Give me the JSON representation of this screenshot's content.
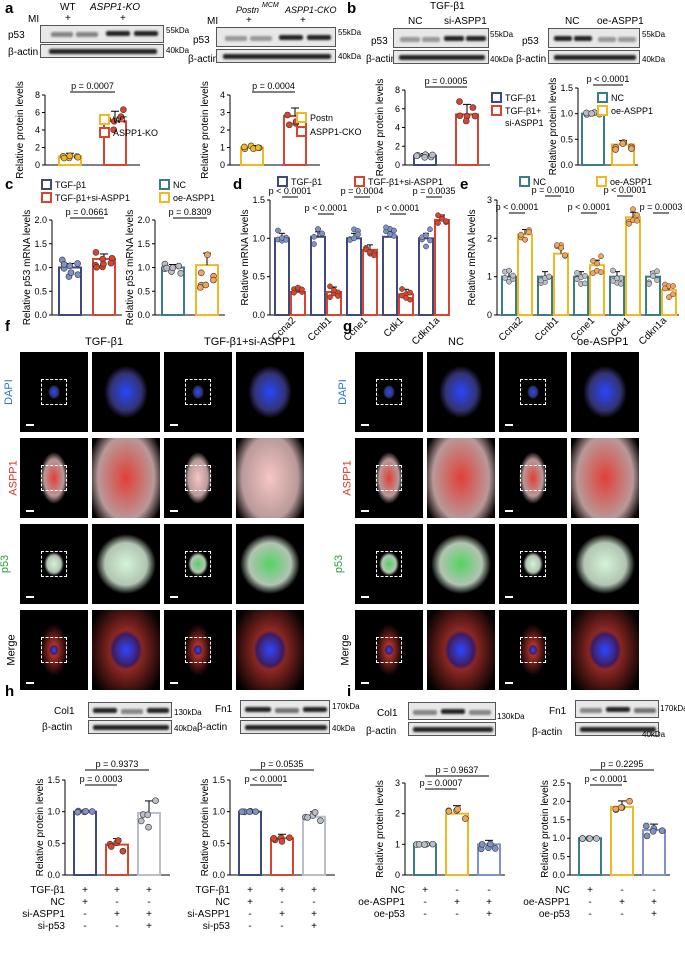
{
  "panels": {
    "a": "a",
    "b": "b",
    "c": "c",
    "d": "d",
    "e": "e",
    "f": "f",
    "g": "g",
    "h": "h",
    "i": "i"
  },
  "colors": {
    "navy": "#3f4a7a",
    "red": "#d9442e",
    "yellow": "#f0b823",
    "teal": "#3b7d86",
    "grey": "#b9bec8",
    "blue": "#7d92c6",
    "orange": "#f4a35a"
  },
  "blot_labels": {
    "p53": "p53",
    "bactin": "β-actin",
    "kda55": "55kDa",
    "kda40": "40kDa",
    "kda130": "130kDa",
    "kda170": "170kDa",
    "col1": "Col1",
    "fn1": "Fn1",
    "mi": "MI",
    "plus": "+",
    "tgf": "TGF-β1",
    "nc": "NC",
    "si_aspp1": "si-ASPP1",
    "oe_aspp1": "oe-ASPP1",
    "wt": "WT",
    "aspp1_ko": "ASPP1-KO",
    "postn": "Postn",
    "mcm": "MCM",
    "aspp1_cko": "ASPP1-CKO"
  },
  "axis_labels": {
    "rpl": "Relative protein levels",
    "p53_mrna": "Relative p53 mRNA levels",
    "rml": "Relative mRNA levels"
  },
  "legends": {
    "wt": "WT",
    "aspp1_ko": "ASPP1-KO",
    "postn_mcm": "Postn",
    "aspp1_cko": "ASPP1-CKO",
    "tgf": "TGF-β1",
    "tgf_si": "TGF-β1+si-ASPP1",
    "tgf_si_a": "TGF-β1+",
    "tgf_si_b": "si-ASPP1",
    "nc": "NC",
    "oe": "oe-ASPP1"
  },
  "pvalues": {
    "a1": "p = 0.0007",
    "a2": "p = 0.0004",
    "b1": "p = 0.0005",
    "b2": "p < 0.0001",
    "c1": "p = 0.0661",
    "c2": "p = 0.8309",
    "d1": "p < 0.0001",
    "d2": "p < 0.0001",
    "d3": "p = 0.0004",
    "d4": "p < 0.0001",
    "d5": "p = 0.0035",
    "e1": "p < 0.0001",
    "e2": "p = 0.0010",
    "e3": "p < 0.0001",
    "e4": "p < 0.0001",
    "e5": "p = 0.0003",
    "h1a": "p = 0.9373",
    "h1b": "p = 0.0003",
    "h2a": "p = 0.0535",
    "h2b": "p < 0.0001",
    "i1a": "p = 0.9637",
    "i1b": "p = 0.0007",
    "i2a": "p = 0.2295",
    "i2b": "p < 0.0001"
  },
  "genes": [
    "Ccna2",
    "Ccnb1",
    "Ccne1",
    "Cdk1",
    "Cdkn1a"
  ],
  "micro": {
    "f_col1": "TGF-β1",
    "f_col2": "TGF-β1+si-ASPP1",
    "g_col1": "NC",
    "g_col2": "oe-ASPP1",
    "rows": [
      "DAPI",
      "ASPP1",
      "p53",
      "Merge"
    ]
  },
  "conditions": {
    "tgf": "TGF-β1",
    "nc": "NC",
    "si_aspp1": "si-ASPP1",
    "si_p53": "si-p53",
    "oe_aspp1": "oe-ASPP1",
    "oe_p53": "oe-p53",
    "plus": "+",
    "minus": "-"
  },
  "chart_data": [
    {
      "type": "bar",
      "id": "a-left",
      "categories": [
        "WT",
        "ASPP1-KO"
      ],
      "values": [
        1.0,
        5.0
      ],
      "ylim": [
        0,
        8
      ],
      "yticks": [
        0,
        2,
        4,
        6,
        8
      ],
      "ylabel": "Relative protein levels"
    },
    {
      "type": "bar",
      "id": "a-right",
      "categories": [
        "Postn MCM",
        "ASPP1-CKO"
      ],
      "values": [
        1.0,
        2.8
      ],
      "ylim": [
        0,
        4
      ],
      "yticks": [
        0,
        1,
        2,
        3,
        4
      ],
      "ylabel": "Relative protein levels"
    },
    {
      "type": "bar",
      "id": "b-left",
      "categories": [
        "TGF-β1",
        "TGF-β1+si-ASPP1"
      ],
      "values": [
        1.0,
        5.4
      ],
      "ylim": [
        0,
        8
      ],
      "yticks": [
        0,
        2,
        4,
        6,
        8
      ],
      "ylabel": "Relative protein levels"
    },
    {
      "type": "bar",
      "id": "b-right",
      "categories": [
        "NC",
        "oe-ASPP1"
      ],
      "values": [
        1.0,
        0.4
      ],
      "ylim": [
        0,
        1.5
      ],
      "yticks": [
        0.0,
        0.5,
        1.0,
        1.5
      ],
      "ylabel": "Relative protein levels"
    },
    {
      "type": "bar",
      "id": "c-left",
      "categories": [
        "TGF-β1",
        "TGF-β1+si-ASPP1"
      ],
      "values": [
        1.0,
        1.18
      ],
      "ylim": [
        0,
        2
      ],
      "yticks": [
        0.0,
        0.5,
        1.0,
        1.5,
        2.0
      ],
      "ylabel": "Relative p53 mRNA levels"
    },
    {
      "type": "bar",
      "id": "c-right",
      "categories": [
        "NC",
        "oe-ASPP1"
      ],
      "values": [
        1.0,
        1.05
      ],
      "ylim": [
        0,
        2
      ],
      "yticks": [
        0.0,
        0.5,
        1.0,
        1.5,
        2.0
      ],
      "ylabel": "Relative p53 mRNA levels"
    },
    {
      "type": "bar",
      "id": "d",
      "categories": [
        "Ccna2",
        "Ccnb1",
        "Ccne1",
        "Cdk1",
        "Cdkn1a"
      ],
      "series": [
        {
          "name": "TGF-β1",
          "values": [
            1.0,
            1.02,
            1.0,
            1.02,
            1.0
          ]
        },
        {
          "name": "TGF-β1+si-ASPP1",
          "values": [
            0.3,
            0.3,
            0.85,
            0.27,
            1.24
          ]
        }
      ],
      "ylim": [
        0,
        1.5
      ],
      "yticks": [
        0.0,
        0.5,
        1.0,
        1.5
      ],
      "ylabel": "Relative mRNA levels"
    },
    {
      "type": "bar",
      "id": "e",
      "categories": [
        "Ccna2",
        "Ccnb1",
        "Ccne1",
        "Cdk1",
        "Cdkn1a"
      ],
      "series": [
        {
          "name": "NC",
          "values": [
            1.0,
            1.0,
            1.0,
            1.0,
            1.0
          ]
        },
        {
          "name": "oe-ASPP1",
          "values": [
            2.1,
            1.6,
            1.3,
            2.55,
            0.65
          ]
        }
      ],
      "ylim": [
        0,
        3
      ],
      "yticks": [
        0,
        1,
        2,
        3
      ],
      "ylabel": "Relative mRNA levels"
    },
    {
      "type": "bar",
      "id": "h-left",
      "categories": [
        "TGF-β1+NC",
        "TGF-β1+si-ASPP1",
        "TGF-β1+si-ASPP1+si-p53"
      ],
      "values": [
        1.0,
        0.48,
        0.98
      ],
      "ylim": [
        0,
        1.5
      ],
      "yticks": [
        0.0,
        0.5,
        1.0,
        1.5
      ],
      "ylabel": "Relative protein levels"
    },
    {
      "type": "bar",
      "id": "h-right",
      "categories": [
        "TGF-β1+NC",
        "TGF-β1+si-ASPP1",
        "TGF-β1+si-ASPP1+si-p53"
      ],
      "values": [
        1.0,
        0.58,
        0.92
      ],
      "ylim": [
        0,
        1.5
      ],
      "yticks": [
        0.0,
        0.5,
        1.0,
        1.5
      ],
      "ylabel": "Relative protein levels"
    },
    {
      "type": "bar",
      "id": "i-left",
      "categories": [
        "NC",
        "oe-ASPP1",
        "oe-ASPP1+oe-p53"
      ],
      "values": [
        1.0,
        2.0,
        1.0
      ],
      "ylim": [
        0,
        3
      ],
      "yticks": [
        0,
        1,
        2,
        3
      ],
      "ylabel": "Relative protein levels"
    },
    {
      "type": "bar",
      "id": "i-right",
      "categories": [
        "NC",
        "oe-ASPP1",
        "oe-ASPP1+oe-p53"
      ],
      "values": [
        1.0,
        1.85,
        1.22
      ],
      "ylim": [
        0,
        2.5
      ],
      "yticks": [
        0.0,
        0.5,
        1.0,
        1.5,
        2.0,
        2.5
      ],
      "ylabel": "Relative protein levels"
    }
  ]
}
